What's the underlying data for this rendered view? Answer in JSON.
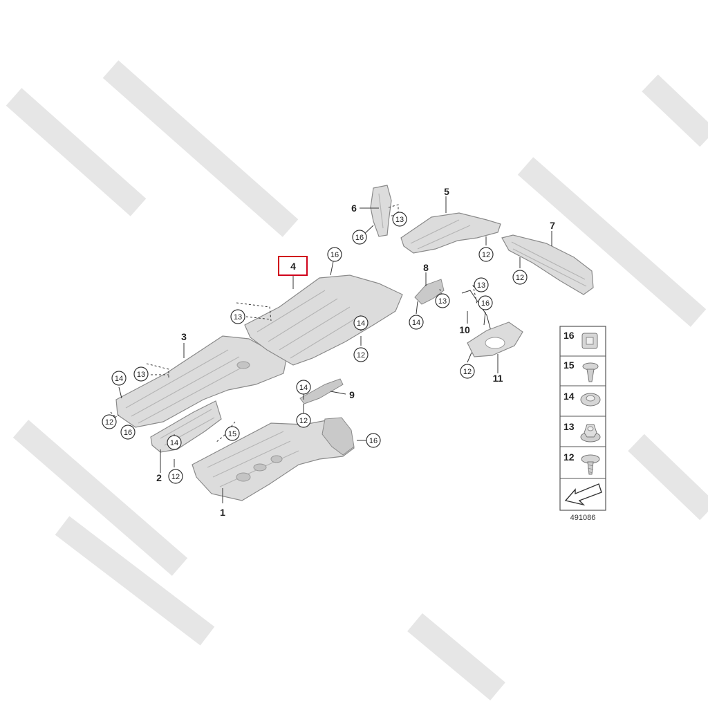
{
  "diagram_id": "491086",
  "highlighted_part": "4",
  "part_labels": {
    "p1": "1",
    "p2": "2",
    "p3": "3",
    "p4": "4",
    "p5": "5",
    "p6": "6",
    "p7": "7",
    "p8": "8",
    "p9": "9",
    "p10": "10",
    "p11": "11"
  },
  "callout_labels": {
    "c12": "12",
    "c13": "13",
    "c14": "14",
    "c15": "15",
    "c16": "16"
  },
  "legend": [
    {
      "num": "16",
      "icon": "clip-nut-icon"
    },
    {
      "num": "15",
      "icon": "expanding-rivet-icon"
    },
    {
      "num": "14",
      "icon": "flange-nut-icon"
    },
    {
      "num": "13",
      "icon": "hex-nut-icon"
    },
    {
      "num": "12",
      "icon": "screw-icon"
    }
  ],
  "colors": {
    "highlight": "#d0021b",
    "part_fill": "#dcdcdc",
    "outline": "#8a8a8a"
  }
}
